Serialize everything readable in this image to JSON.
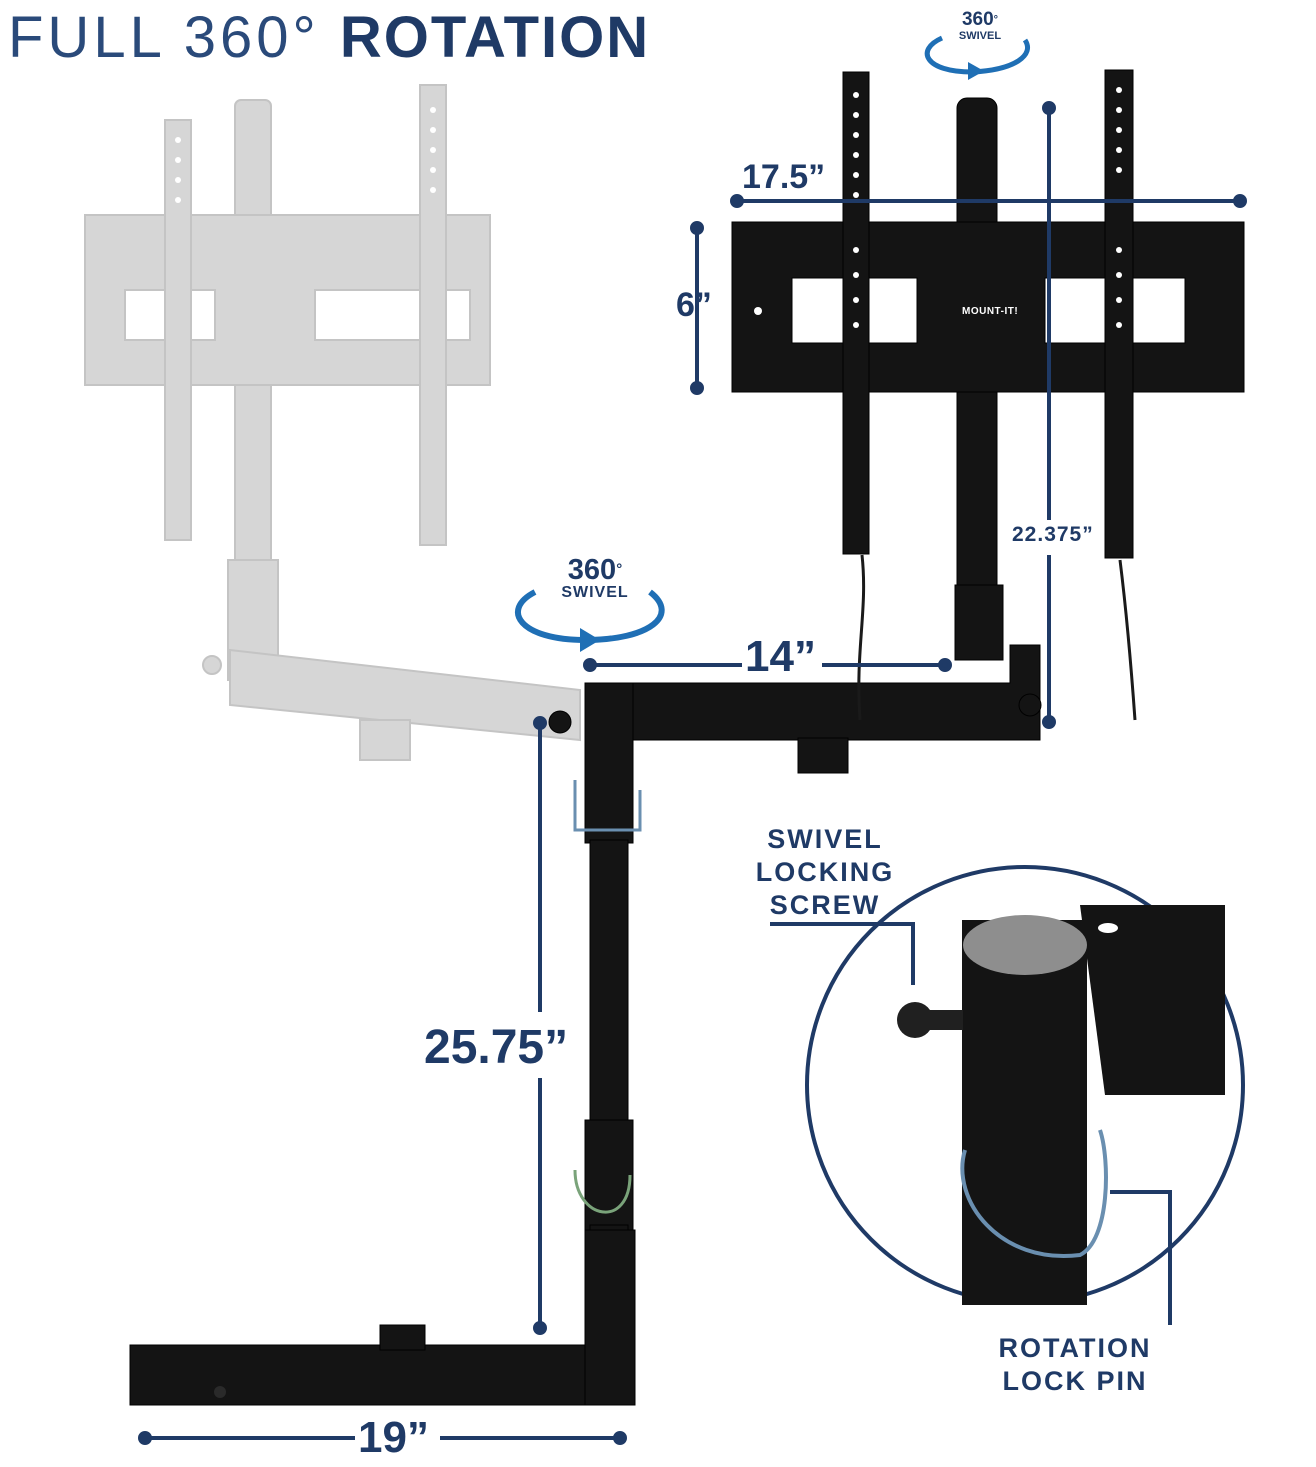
{
  "title": {
    "light": "FULL 360°",
    "bold": "ROTATION"
  },
  "swivel_top": {
    "degrees": "360",
    "degree_mark": "°",
    "word": "SWIVEL"
  },
  "swivel_middle": {
    "degrees": "360",
    "degree_mark": "°",
    "word": "SWIVEL"
  },
  "dimensions": {
    "width_plate": "17.5”",
    "height_plate": "6”",
    "pole_height": "22.375”",
    "arm_length": "14”",
    "vertical_height": "25.75”",
    "base_length": "19”"
  },
  "plate_logo": "MOUNT-IT!",
  "callouts": {
    "swivel_screw": [
      "SWIVEL",
      "LOCKING",
      "SCREW"
    ],
    "lock_pin": [
      "ROTATION",
      "LOCK PIN"
    ]
  },
  "colors": {
    "navy": "#1f3a66",
    "accent_blue": "#1f6fb5",
    "metal": "#111111",
    "ghost": "#d4d4d4"
  }
}
